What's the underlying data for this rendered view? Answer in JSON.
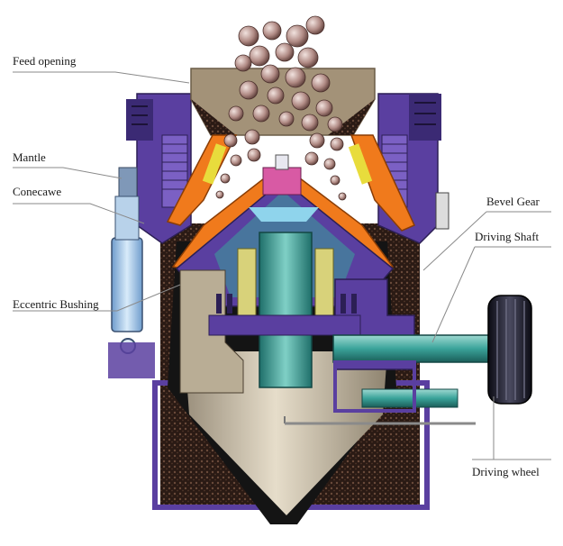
{
  "labels": {
    "feed_opening": "Feed opening",
    "mantle": "Mantle",
    "conecawe": "Conecawe",
    "eccentric_bushing": "Eccentric Bushing",
    "bevel_gear": "Bevel Gear",
    "driving_shaft": "Driving Shaft",
    "driving_wheel": "Driving wheel"
  },
  "colors": {
    "purple_frame": "#5a3fa0",
    "orange_liner": "#f07a1c",
    "bowl_beige": "#c8bca6",
    "shaft_teal": "#3aa39a",
    "feed_stone": "#b08a84",
    "black_material": "#141414",
    "cylinder_blue": "#9ec4e6"
  }
}
